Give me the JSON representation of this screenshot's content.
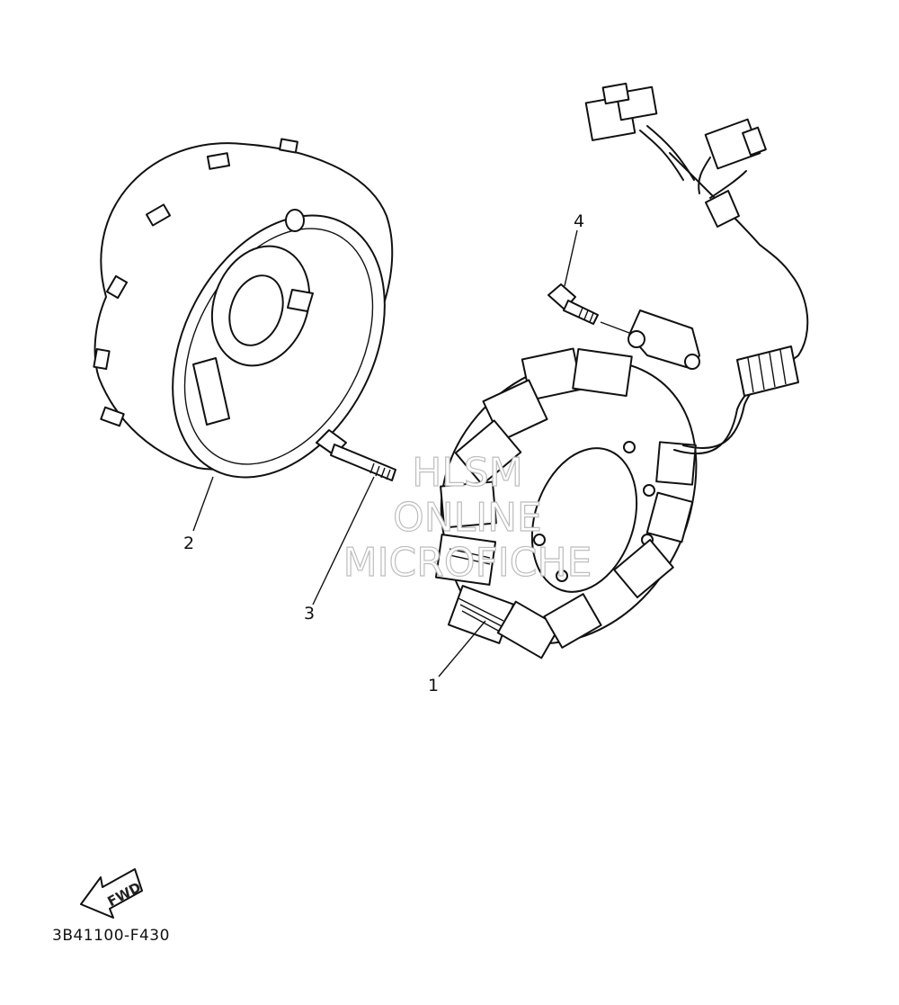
{
  "callouts": [
    {
      "id": "1",
      "label": "1"
    },
    {
      "id": "2",
      "label": "2"
    },
    {
      "id": "3",
      "label": "3"
    },
    {
      "id": "4",
      "label": "4"
    }
  ],
  "watermark": {
    "line1": "HLSM",
    "line2": "ONLINE",
    "line3": "MICROFICHE"
  },
  "direction_label": "FWD",
  "diagram_code": "3B41100-F430"
}
